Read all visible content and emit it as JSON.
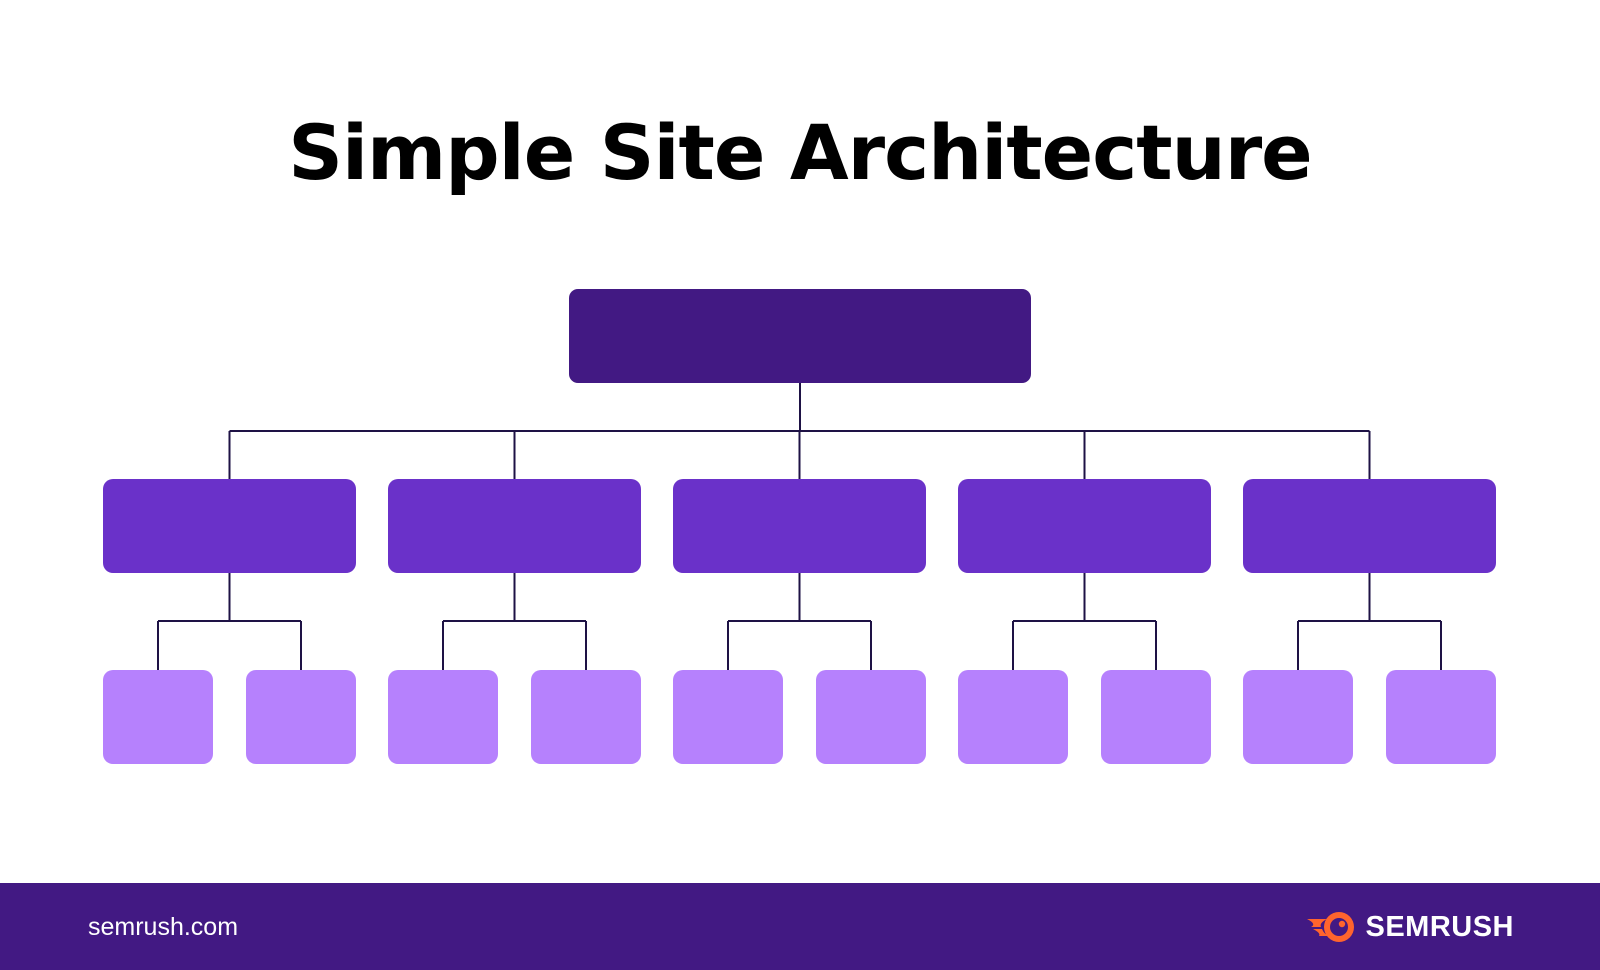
{
  "title": "Simple Site Architecture",
  "footer": {
    "url": "semrush.com",
    "brand": "SEMRUSH"
  },
  "colors": {
    "level1": "#421983",
    "level2": "#6A31C9",
    "level3": "#B681FD",
    "connector": "#1E1245",
    "footer_bg": "#421983",
    "brand_accent": "#FF642D"
  },
  "icons": {
    "brand_logo": "semrush-flame-logo"
  },
  "diagram": {
    "type": "hierarchy",
    "nodes": [
      {
        "id": "root",
        "level": 1,
        "label": ""
      },
      {
        "id": "c1",
        "level": 2,
        "parent": "root",
        "label": ""
      },
      {
        "id": "c2",
        "level": 2,
        "parent": "root",
        "label": ""
      },
      {
        "id": "c3",
        "level": 2,
        "parent": "root",
        "label": ""
      },
      {
        "id": "c4",
        "level": 2,
        "parent": "root",
        "label": ""
      },
      {
        "id": "c5",
        "level": 2,
        "parent": "root",
        "label": ""
      },
      {
        "id": "c1a",
        "level": 3,
        "parent": "c1",
        "label": ""
      },
      {
        "id": "c1b",
        "level": 3,
        "parent": "c1",
        "label": ""
      },
      {
        "id": "c2a",
        "level": 3,
        "parent": "c2",
        "label": ""
      },
      {
        "id": "c2b",
        "level": 3,
        "parent": "c2",
        "label": ""
      },
      {
        "id": "c3a",
        "level": 3,
        "parent": "c3",
        "label": ""
      },
      {
        "id": "c3b",
        "level": 3,
        "parent": "c3",
        "label": ""
      },
      {
        "id": "c4a",
        "level": 3,
        "parent": "c4",
        "label": ""
      },
      {
        "id": "c4b",
        "level": 3,
        "parent": "c4",
        "label": ""
      },
      {
        "id": "c5a",
        "level": 3,
        "parent": "c5",
        "label": ""
      },
      {
        "id": "c5b",
        "level": 3,
        "parent": "c5",
        "label": ""
      }
    ]
  }
}
